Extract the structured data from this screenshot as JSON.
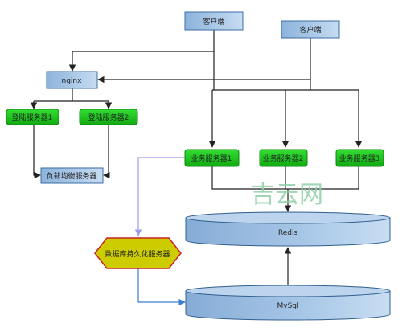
{
  "nodes": {
    "client1": "客户端",
    "client2": "客户端",
    "nginx": "nginx",
    "login1": "登陆服务器1",
    "login2": "登陆服务器2",
    "load_balancer": "负载均衡服务器",
    "biz1": "业务服务器1",
    "biz2": "业务服务器2",
    "biz3": "业务服务器3",
    "db_persist": "数据库持久化服务器",
    "redis": "Redis",
    "mysql": "MySql"
  },
  "watermark": "吉云网",
  "colors": {
    "client_fill": "#a9c8ea",
    "client_stroke": "#3b6ea5",
    "green_fill": "#22cc22",
    "green_stroke": "#118811",
    "hex_fill": "#cccc00",
    "hex_stroke": "#cc2222",
    "cyl_fill": "#9fc0e2",
    "cyl_stroke": "#2f5f8f",
    "line": "#222222",
    "blue_line": "#3a7fd5",
    "lavender_line": "#9b9be8",
    "watermark": "#8fd0a8"
  }
}
